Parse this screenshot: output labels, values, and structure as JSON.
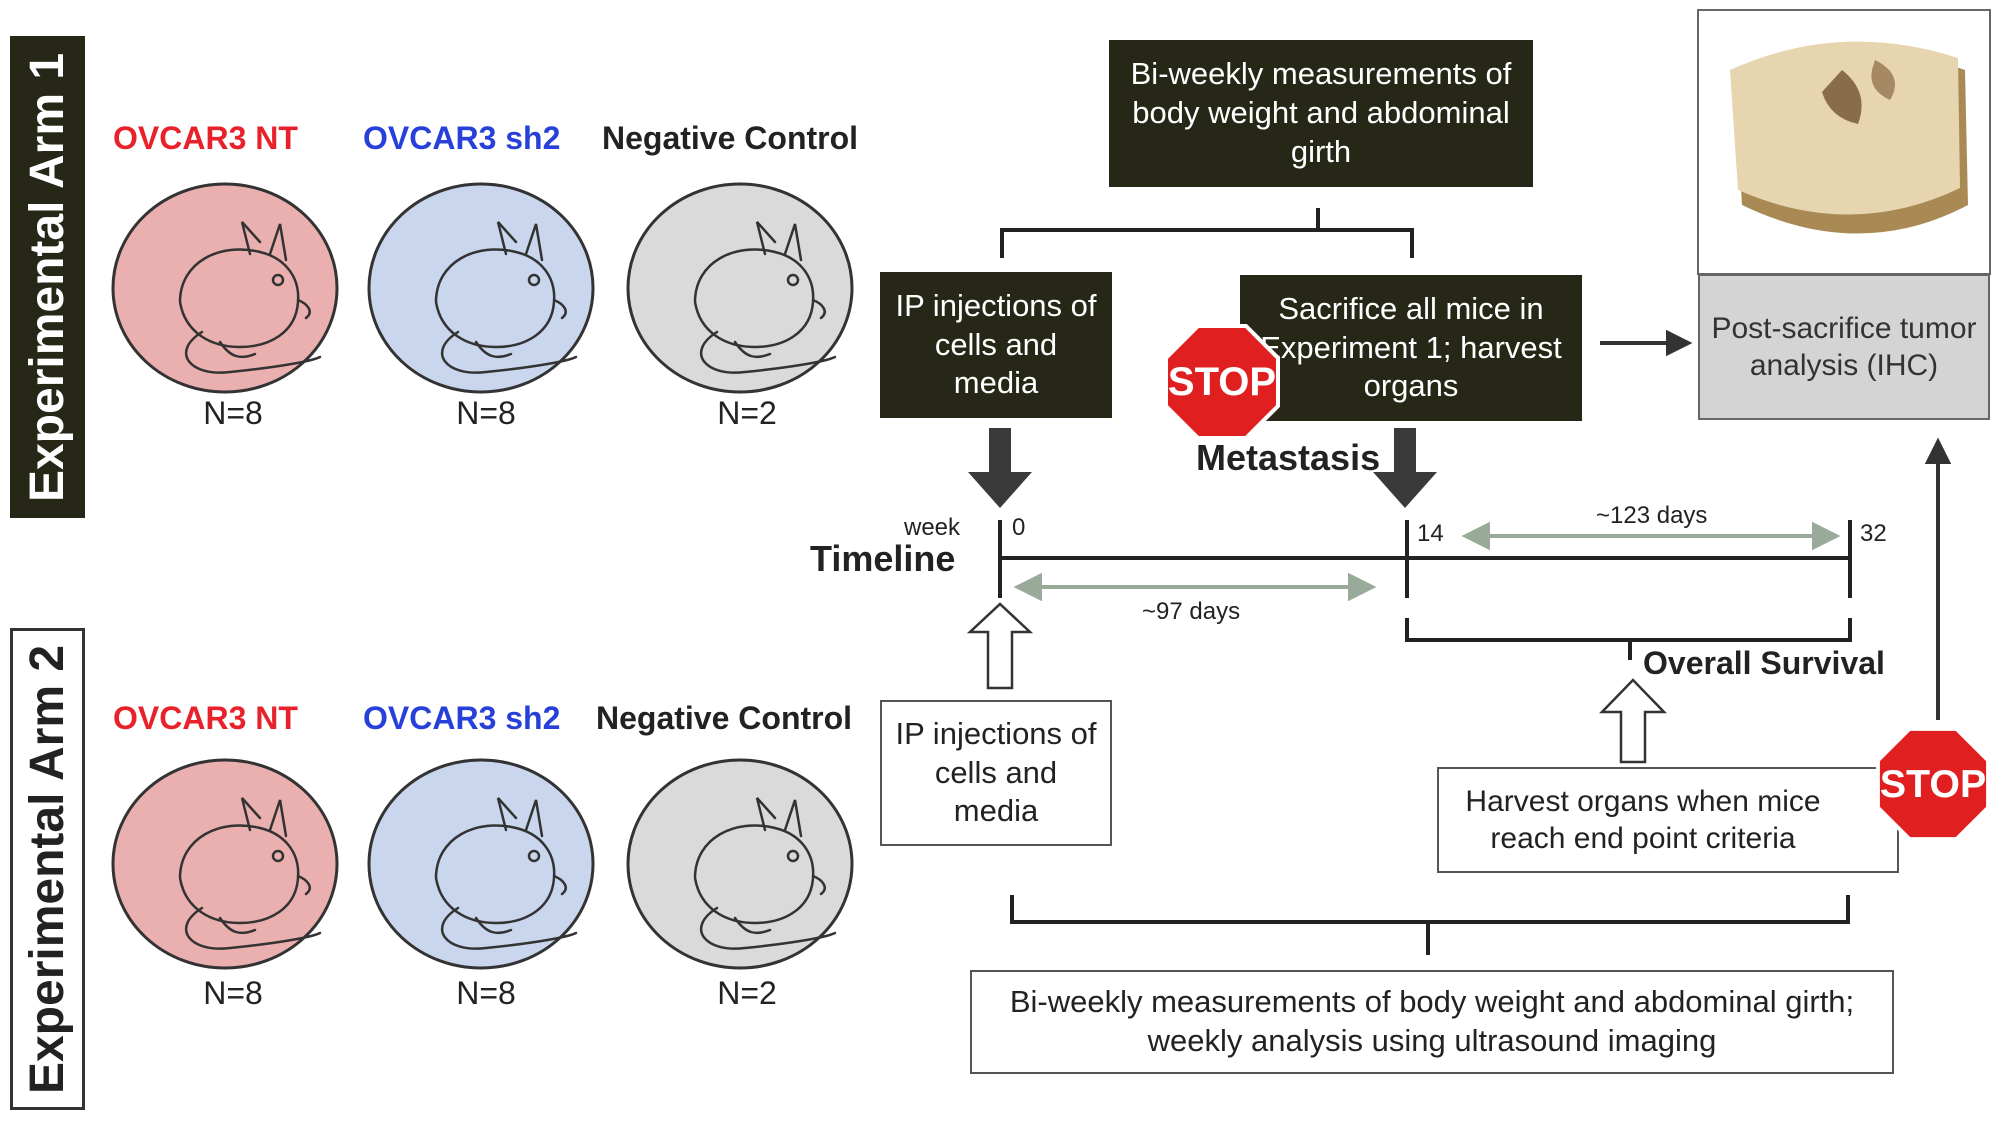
{
  "arms": [
    {
      "label": "Experimental Arm 1",
      "groups": [
        {
          "name": "OVCAR3 NT",
          "n": "N=8",
          "color": "#e8222a",
          "fill": "#eab0b0"
        },
        {
          "name": "OVCAR3 sh2",
          "n": "N=8",
          "color": "#2740d9",
          "fill": "#c9d6ee"
        },
        {
          "name": "Negative Control",
          "n": "N=2",
          "color": "#222222",
          "fill": "#dadada"
        }
      ]
    },
    {
      "label": "Experimental Arm 2",
      "groups": [
        {
          "name": "OVCAR3 NT",
          "n": "N=8",
          "color": "#e8222a",
          "fill": "#eab0b0"
        },
        {
          "name": "OVCAR3 sh2",
          "n": "N=8",
          "color": "#2740d9",
          "fill": "#c9d6ee"
        },
        {
          "name": "Negative Control",
          "n": "N=2",
          "color": "#222222",
          "fill": "#dadada"
        }
      ]
    }
  ],
  "boxes": {
    "biweekly_top": "Bi-weekly measurements of body weight and abdominal girth",
    "ip_top": "IP injections of cells and media",
    "sacrifice": "Sacrifice all mice in Experiment 1; harvest organs",
    "post_sacrifice": "Post-sacrifice tumor analysis (IHC)",
    "ip_bottom": "IP injections of cells and media",
    "harvest": "Harvest organs when mice reach end point criteria",
    "biweekly_bottom": "Bi-weekly measurements of body weight and abdominal girth; weekly analysis using ultrasound imaging"
  },
  "timeline": {
    "label": "Timeline",
    "unit": "week",
    "ticks": [
      "0",
      "14",
      "32"
    ],
    "span1": "~97 days",
    "span2": "~123 days",
    "metastasis": "Metastasis",
    "overall_survival": "Overall Survival"
  },
  "stop_sign": "STOP",
  "colors": {
    "dark": "#272718",
    "stop_red": "#e02020",
    "span_arrow": "#9aaa9a"
  }
}
